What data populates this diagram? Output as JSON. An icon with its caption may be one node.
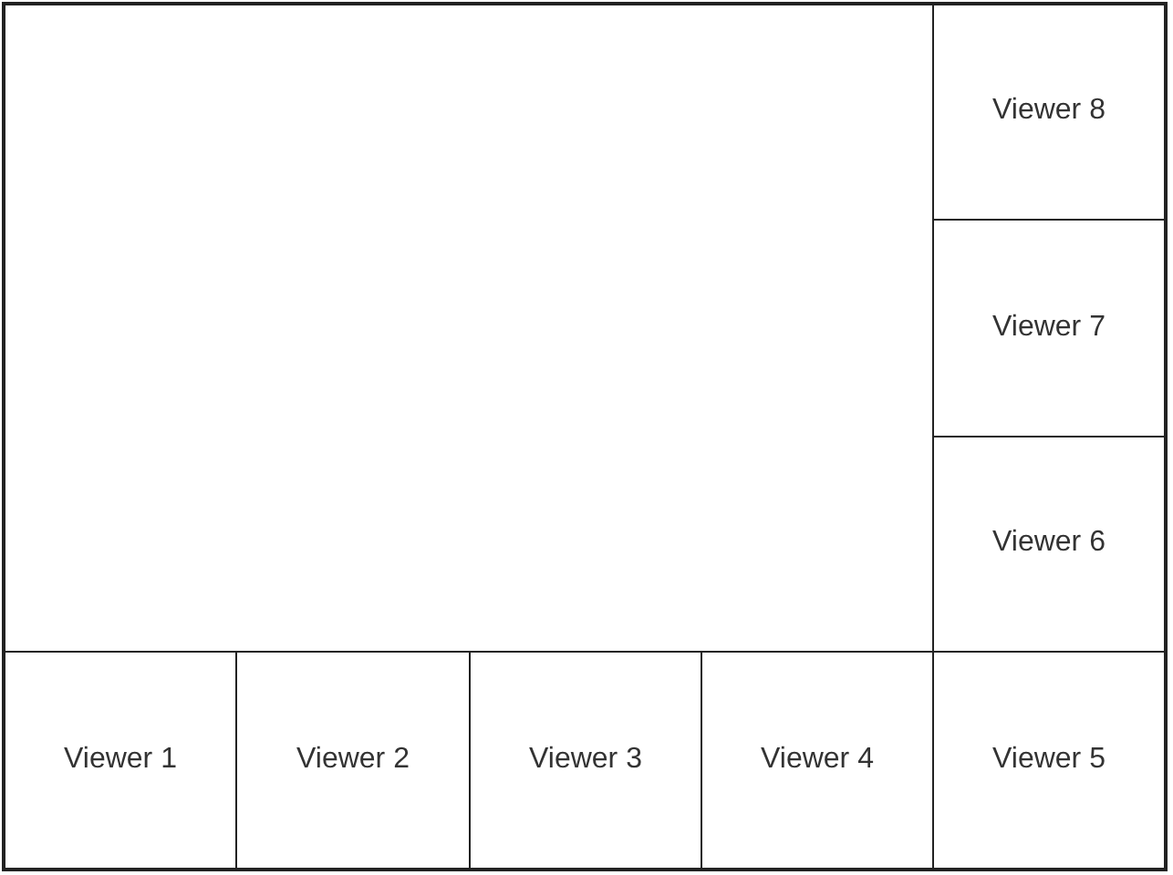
{
  "diagram": {
    "nodes": [
      {
        "text": [],
        "shape": "box"
      },
      {
        "text": [
          "Viewer 8"
        ]
      },
      {
        "text": [
          "Viewer 7"
        ]
      },
      {
        "text": [
          "Viewer 6"
        ]
      },
      {
        "text": [
          "Viewer 1"
        ]
      },
      {
        "text": [
          "Viewer 2"
        ]
      },
      {
        "text": [
          "Viewer 3"
        ]
      },
      {
        "text": [
          "Viewer 4"
        ]
      },
      {
        "text": [
          "Viewer 5"
        ]
      }
    ],
    "edges": []
  }
}
